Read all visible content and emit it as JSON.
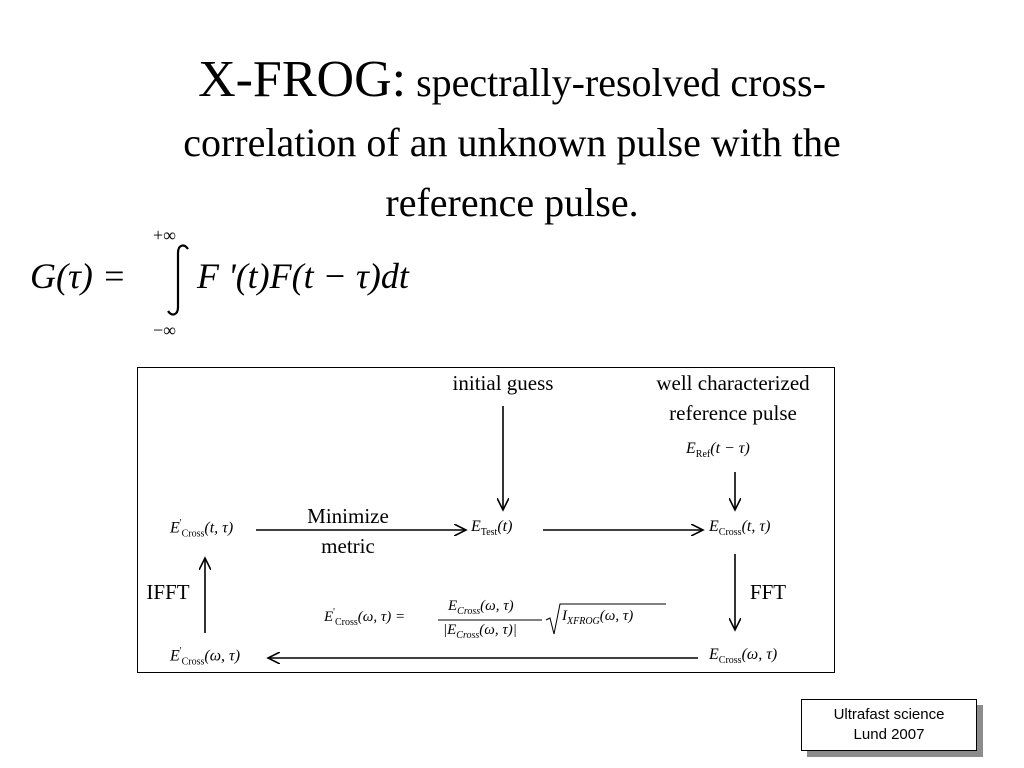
{
  "title": {
    "main": "X-FROG:",
    "rest_line1": " spectrally-resolved cross-",
    "line2": "correlation of an unknown pulse with the",
    "line3": "reference pulse."
  },
  "formula": {
    "lhs": "G(τ) =",
    "upper_limit": "+∞",
    "lower_limit": "−∞",
    "integrand": "F '(t)F(t − τ)dt"
  },
  "diagram": {
    "initial_guess": "initial guess",
    "reference_line1": "well characterized",
    "reference_line2": "reference pulse",
    "minimize_line1": "Minimize",
    "minimize_line2": "metric",
    "ifft": "IFFT",
    "fft": "FFT",
    "e_ref": {
      "base": "E",
      "sub": "Ref",
      "args": "(t − τ)"
    },
    "e_cross_prime_t": {
      "base": "E",
      "sup": "'",
      "sub": "Cross",
      "args": "(t, τ)"
    },
    "e_test": {
      "base": "E",
      "sub": "Test",
      "args": "(t)"
    },
    "e_cross_t": {
      "base": "E",
      "sub": "Cross",
      "args": "(t, τ)"
    },
    "e_cross_prime_w": {
      "base": "E",
      "sup": "'",
      "sub": "Cross",
      "args": "(ω, τ)"
    },
    "e_cross_w": {
      "base": "E",
      "sub": "Cross",
      "args": "(ω, τ)"
    },
    "update_eq": {
      "lhs_base": "E",
      "lhs_sup": "'",
      "lhs_sub": "Cross",
      "lhs_args": "(ω, τ) =",
      "num": "E",
      "num_sub": "Cross",
      "num_args": "(ω, τ)",
      "den": "|E",
      "den_sub": "Cross",
      "den_args": "(ω, τ)|",
      "sqrt_base": "I",
      "sqrt_sub": "XFROG",
      "sqrt_args": "(ω, τ)"
    }
  },
  "footer": {
    "line1": "Ultrafast science",
    "line2": "Lund 2007"
  }
}
